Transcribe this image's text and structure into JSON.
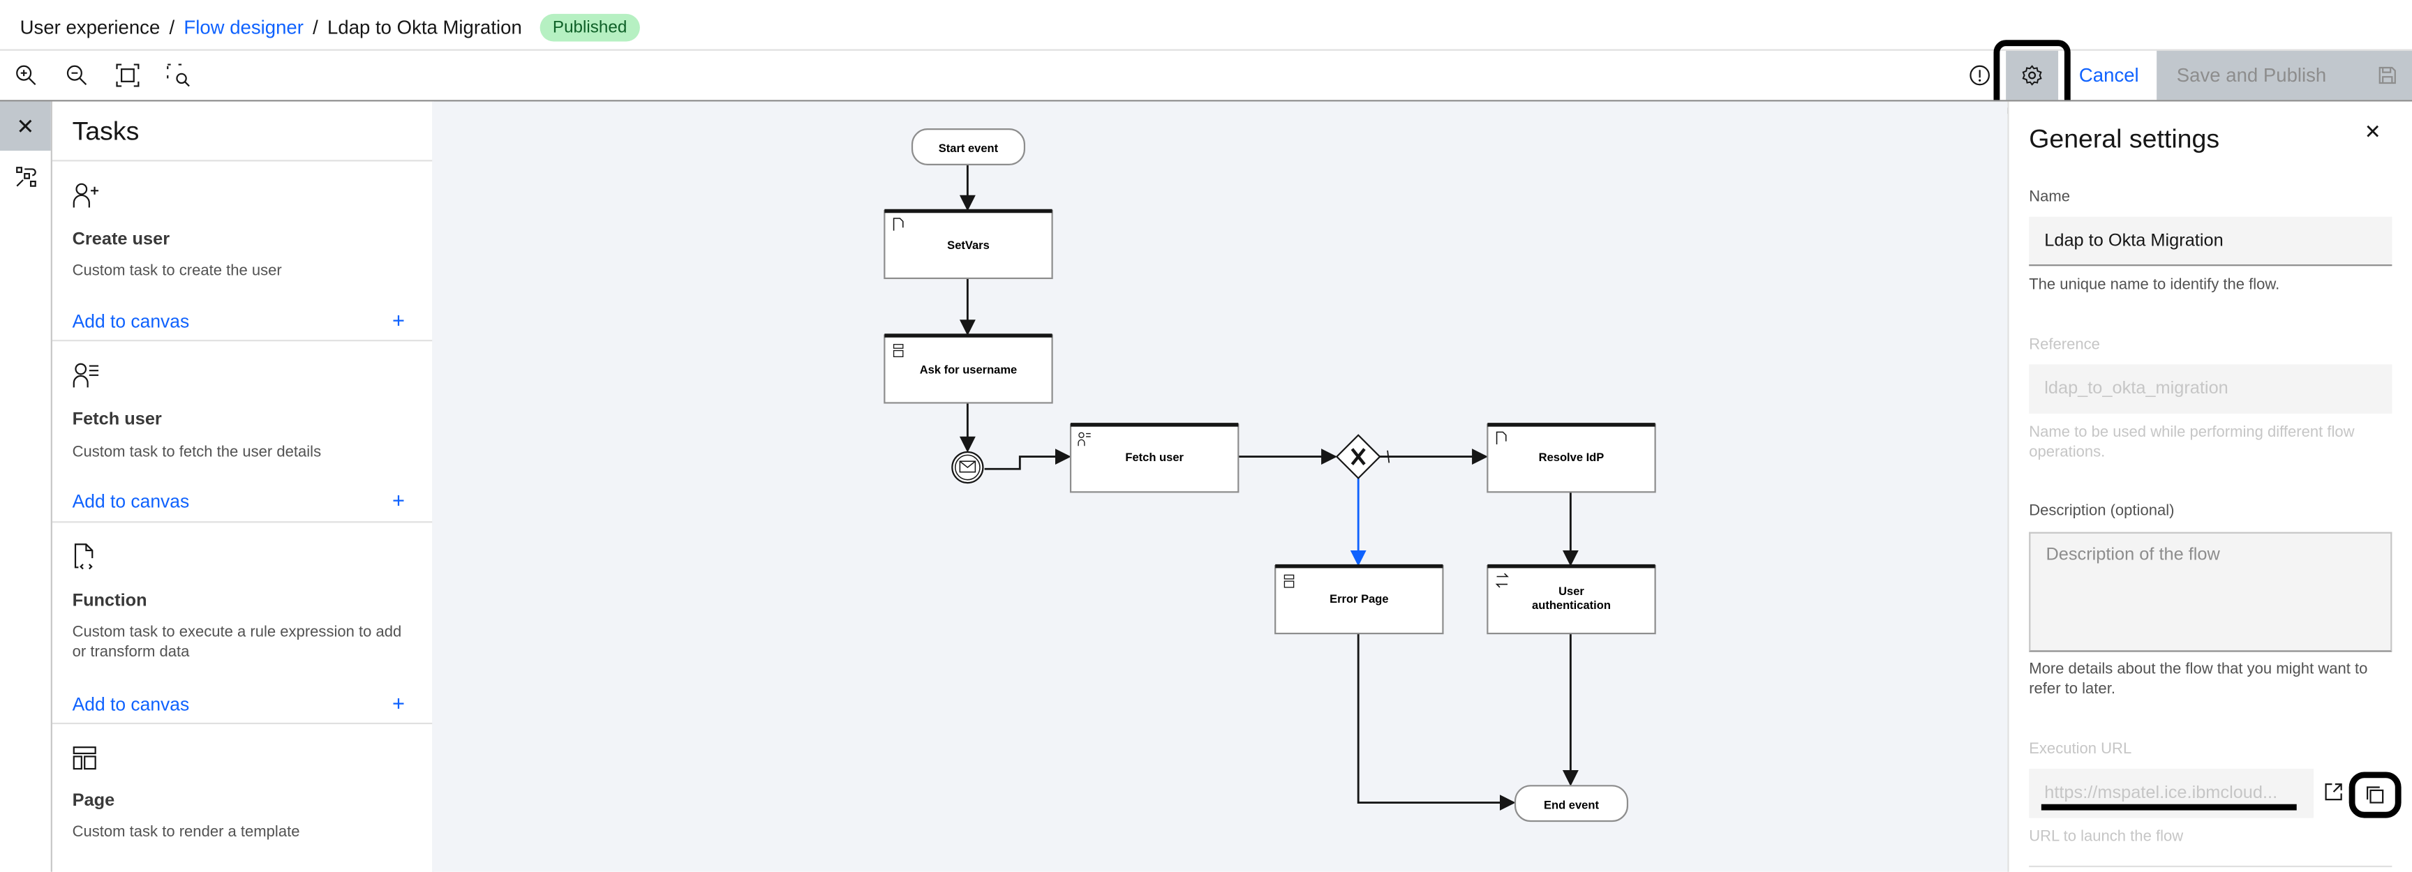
{
  "breadcrumb": {
    "items": [
      "User experience",
      "Flow designer",
      "Ldap to Okta Migration"
    ],
    "status": "Published"
  },
  "toolbar": {
    "icons": [
      "zoom-in-icon",
      "zoom-out-icon",
      "fit-to-screen-icon",
      "zoom-area-icon"
    ],
    "cancel": "Cancel",
    "save": "Save and Publish"
  },
  "tasks": {
    "title": "Tasks",
    "items": [
      {
        "name": "Create user",
        "desc": "Custom task to create the user",
        "add": "Add to canvas"
      },
      {
        "name": "Fetch user",
        "desc": "Custom task to fetch the user details",
        "add": "Add to canvas"
      },
      {
        "name": "Function",
        "desc": "Custom task to execute a rule expression to add or transform data",
        "add": "Add to canvas"
      },
      {
        "name": "Page",
        "desc": "Custom task to render a template"
      }
    ]
  },
  "diagram": {
    "nodes": {
      "start": "Start event",
      "setvars": "SetVars",
      "ask": "Ask for username",
      "fetch": "Fetch user",
      "resolve": "Resolve IdP",
      "error": "Error Page",
      "auth1": "User",
      "auth2": "authentication",
      "end": "End event"
    }
  },
  "settings": {
    "title": "General settings",
    "name_label": "Name",
    "name_value": "Ldap to Okta Migration",
    "name_help": "The unique name to identify the flow.",
    "ref_label": "Reference",
    "ref_value": "ldap_to_okta_migration",
    "ref_help": "Name to be used while performing different flow operations.",
    "desc_label": "Description (optional)",
    "desc_placeholder": "Description of the flow",
    "desc_help": "More details about the flow that you might want to refer to later.",
    "url_label": "Execution URL",
    "url_value": "https://mspatel.ice.ibmcloud...",
    "url_help": "URL to launch the flow"
  },
  "colors": {
    "accent": "#0f62fe",
    "badge": "#b6f0c2",
    "canvas": "#f2f4f8"
  }
}
